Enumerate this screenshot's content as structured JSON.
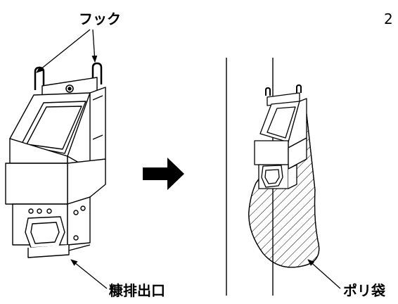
{
  "labels": {
    "hook": "フック",
    "bran_outlet": "糠排出口",
    "poly_bag": "ポリ袋",
    "page_number": "2"
  },
  "colors": {
    "line": "#000000",
    "background": "#ffffff"
  },
  "icons": {
    "arrow": "right-arrow-icon"
  }
}
